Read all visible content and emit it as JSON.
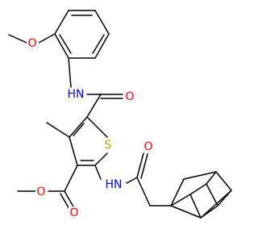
{
  "colors": {
    "bond": "#000000",
    "oxygen": "#ff0000",
    "nitrogen": "#0000ff",
    "sulfur": "#b8a500",
    "background": "#ffffff"
  },
  "atom_labels": {
    "methoxy_o": "O",
    "amide_nh_top": "HN",
    "amide_o_top": "O",
    "ring_s": "S",
    "ester_o_carbonyl": "O",
    "ester_o_methoxy": "O",
    "amide_nh_bottom": "HN",
    "amide_o_bottom": "O"
  }
}
